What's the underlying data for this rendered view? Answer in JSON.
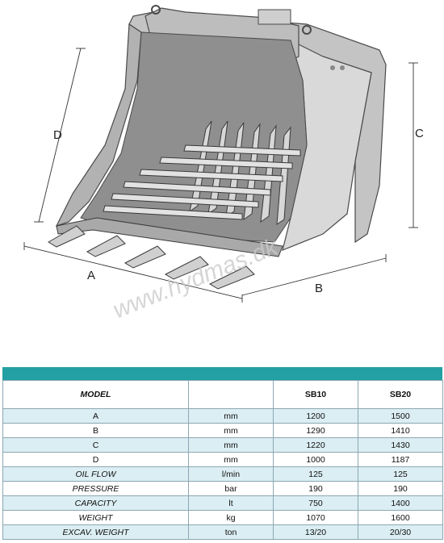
{
  "drawing": {
    "dimension_labels": {
      "a": "A",
      "b": "B",
      "c": "C",
      "d": "D"
    },
    "watermark": "www.hydmas.dk"
  },
  "spec_table": {
    "header": {
      "model": "MODEL",
      "unit": "",
      "col1": "SB10",
      "col2": "SB20"
    },
    "rows": [
      {
        "label": "A",
        "unit": "mm",
        "sb10": "1200",
        "sb20": "1500",
        "style": "plain"
      },
      {
        "label": "B",
        "unit": "mm",
        "sb10": "1290",
        "sb20": "1410",
        "style": "plain"
      },
      {
        "label": "C",
        "unit": "mm",
        "sb10": "1220",
        "sb20": "1430",
        "style": "plain"
      },
      {
        "label": "D",
        "unit": "mm",
        "sb10": "1000",
        "sb20": "1187",
        "style": "plain"
      },
      {
        "label": "OIL FLOW",
        "unit": "l/min",
        "sb10": "125",
        "sb20": "125",
        "style": "italic"
      },
      {
        "label": "PRESSURE",
        "unit": "bar",
        "sb10": "190",
        "sb20": "190",
        "style": "italic"
      },
      {
        "label": "CAPACITY",
        "unit": "lt",
        "sb10": "750",
        "sb20": "1400",
        "style": "italic"
      },
      {
        "label": "WEIGHT",
        "unit": "kg",
        "sb10": "1070",
        "sb20": "1600",
        "style": "italic"
      },
      {
        "label": "EXCAV. WEIGHT",
        "unit": "ton",
        "sb10": "13/20",
        "sb20": "20/30",
        "style": "italic"
      }
    ]
  }
}
